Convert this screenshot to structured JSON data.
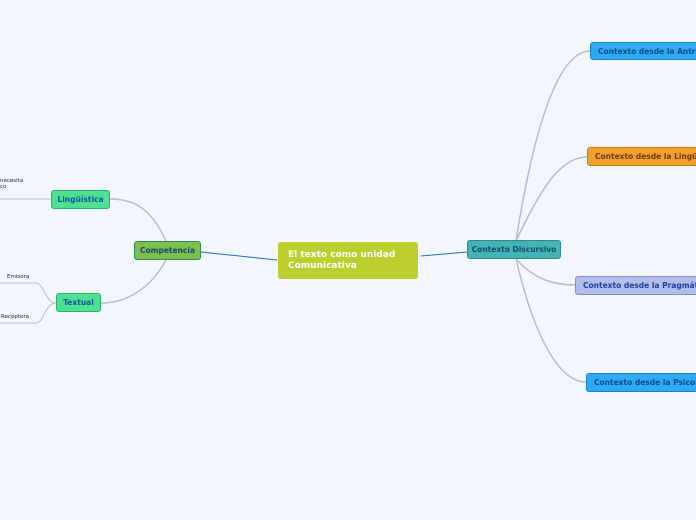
{
  "central": {
    "label": "El texto como unidad Comunicativa"
  },
  "left": {
    "competencia": "Competencia",
    "linguistica": "Lingüística",
    "textual": "Textual",
    "note_line1": "necesita",
    "note_line2": "co",
    "emisora": "Emisora",
    "receptora": "Receptora"
  },
  "right": {
    "contexto_discursivo": "Contexto Discursivo",
    "antropologia": "Contexto desde la Antropolo",
    "linguistica": "Contexto desde la Lingüística",
    "pragmatica": "Contexto desde la Pragmática",
    "psicologia": "Contexto desde la Psicología"
  },
  "colors": {
    "central": "#bccf2f",
    "blue": "#2ea9f4",
    "orange": "#f0a02c",
    "lavender": "#b3bdea",
    "teal": "#46b3b3",
    "green": "#7fbd4d",
    "mint": "#4fdf90",
    "connector": "#1a6fc0",
    "branch": "#b8bcc6"
  }
}
